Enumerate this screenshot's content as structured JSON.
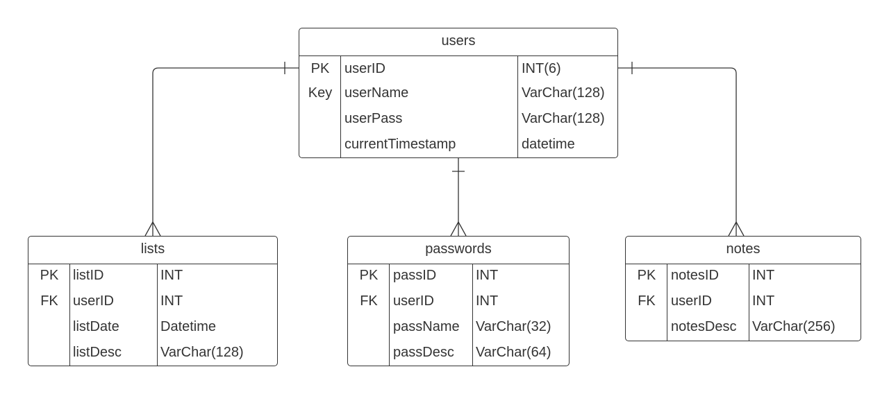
{
  "entities": {
    "users": {
      "title": "users",
      "rows": [
        {
          "key": "PK",
          "name": "userID",
          "type": "INT(6)"
        },
        {
          "key": "Key",
          "name": "userName",
          "type": "VarChar(128)"
        },
        {
          "key": "",
          "name": "userPass",
          "type": "VarChar(128)"
        },
        {
          "key": "",
          "name": "currentTimestamp",
          "type": "datetime"
        }
      ]
    },
    "lists": {
      "title": "lists",
      "rows": [
        {
          "key": "PK",
          "name": "listID",
          "type": "INT"
        },
        {
          "key": "FK",
          "name": "userID",
          "type": "INT"
        },
        {
          "key": "",
          "name": "listDate",
          "type": "Datetime"
        },
        {
          "key": "",
          "name": "listDesc",
          "type": "VarChar(128)"
        }
      ]
    },
    "passwords": {
      "title": "passwords",
      "rows": [
        {
          "key": "PK",
          "name": "passID",
          "type": "INT"
        },
        {
          "key": "FK",
          "name": "userID",
          "type": "INT"
        },
        {
          "key": "",
          "name": "passName",
          "type": "VarChar(32)"
        },
        {
          "key": "",
          "name": "passDesc",
          "type": "VarChar(64)"
        }
      ]
    },
    "notes": {
      "title": "notes",
      "rows": [
        {
          "key": "PK",
          "name": "notesID",
          "type": "INT"
        },
        {
          "key": "FK",
          "name": "userID",
          "type": "INT"
        },
        {
          "key": "",
          "name": "notesDesc",
          "type": "VarChar(256)"
        }
      ]
    }
  },
  "relationships": [
    {
      "from": "users",
      "to": "lists",
      "from_cardinality": "one",
      "to_cardinality": "many"
    },
    {
      "from": "users",
      "to": "passwords",
      "from_cardinality": "one",
      "to_cardinality": "many"
    },
    {
      "from": "users",
      "to": "notes",
      "from_cardinality": "one",
      "to_cardinality": "many"
    }
  ]
}
